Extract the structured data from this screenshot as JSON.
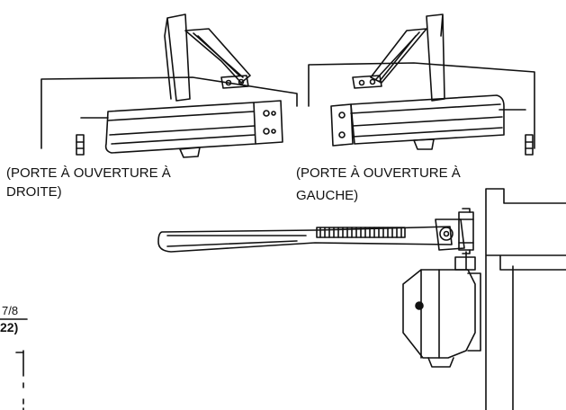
{
  "labels": {
    "right_hand": [
      "(PORTE À OUVERTURE À",
      "DROITE)"
    ],
    "left_hand": [
      "(PORTE À OUVERTURE À",
      "GAUCHE)"
    ]
  },
  "dimension": {
    "fraction": "7/8",
    "metric": "22)"
  },
  "colors": {
    "ink": "#111111",
    "paper": "#ffffff"
  }
}
